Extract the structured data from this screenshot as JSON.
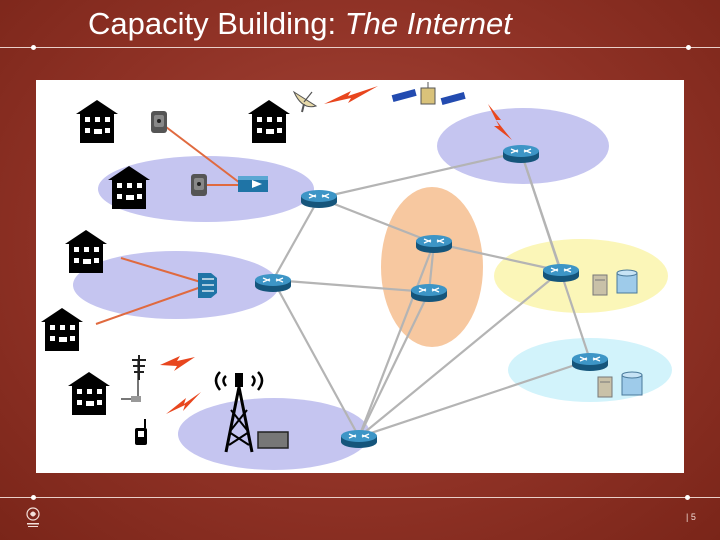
{
  "slide": {
    "title_main": "Capacity Building: ",
    "title_emph": "The Internet",
    "page_number": "| 5"
  },
  "colors": {
    "background": "#8e3125",
    "cloud_blue": "#c5c5f0",
    "cloud_orange": "#f7c8a0",
    "cloud_yellow": "#fbf6b8",
    "cloud_cyan": "#d2f3fb",
    "router": "#1f74a6",
    "access_link": "#e06a3f",
    "core_link": "#b4b4b4",
    "wireless_bolt": "#e8461e"
  },
  "icons": {
    "house": "house-icon",
    "modem": "modem-icon",
    "router": "router-icon",
    "satellite": "satellite-icon",
    "dish": "satellite-dish-icon",
    "tower": "cell-tower-icon",
    "server": "server-icon",
    "database": "database-icon",
    "phone": "mobile-phone-icon",
    "antenna": "antenna-icon",
    "bolt": "wireless-link-icon"
  }
}
